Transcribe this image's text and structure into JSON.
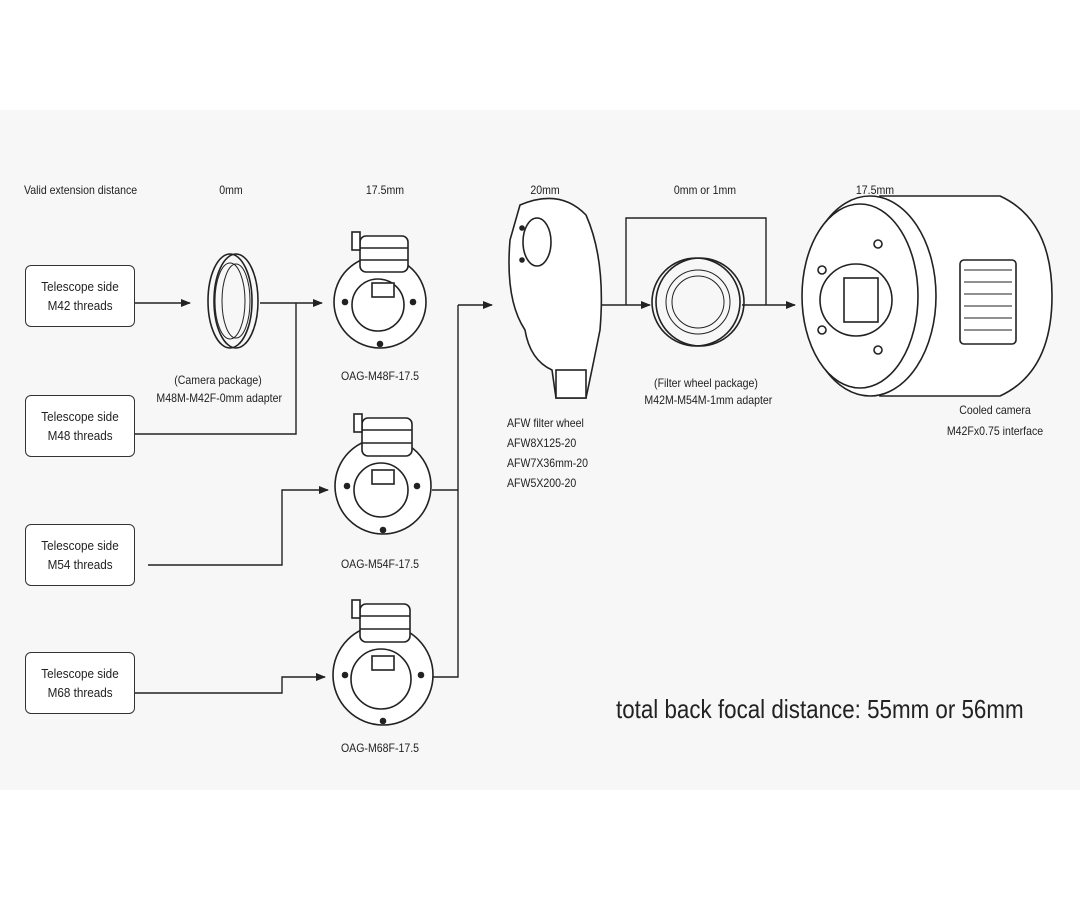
{
  "extension": {
    "label": "Valid extension distance",
    "adapter_distance": "0mm",
    "oag_distance": "17.5mm",
    "filter_wheel_distance": "20mm",
    "fw_adapter_distance": "0mm or 1mm",
    "camera_distance": "17.5mm"
  },
  "telescopes": [
    {
      "line1": "Telescope side",
      "line2": "M42 threads"
    },
    {
      "line1": "Telescope side",
      "line2": "M48 threads"
    },
    {
      "line1": "Telescope side",
      "line2": "M54 threads"
    },
    {
      "line1": "Telescope side",
      "line2": "M68 threads"
    }
  ],
  "adapter": {
    "line1": "(Camera package)",
    "line2": "M48M-M42F-0mm adapter"
  },
  "oags": [
    "OAG-M48F-17.5",
    "OAG-M54F-17.5",
    "OAG-M68F-17.5"
  ],
  "filter_wheel": {
    "line1": "AFW filter wheel",
    "line2": "AFW8X125-20",
    "line3": "AFW7X36mm-20",
    "line4": "AFW5X200-20"
  },
  "fw_adapter": {
    "line1": "(Filter wheel package)",
    "line2": "M42M-M54M-1mm adapter"
  },
  "camera": {
    "line1": "Cooled camera",
    "line2": "M42Fx0.75 interface"
  },
  "total": "total back focal distance: 55mm or 56mm"
}
